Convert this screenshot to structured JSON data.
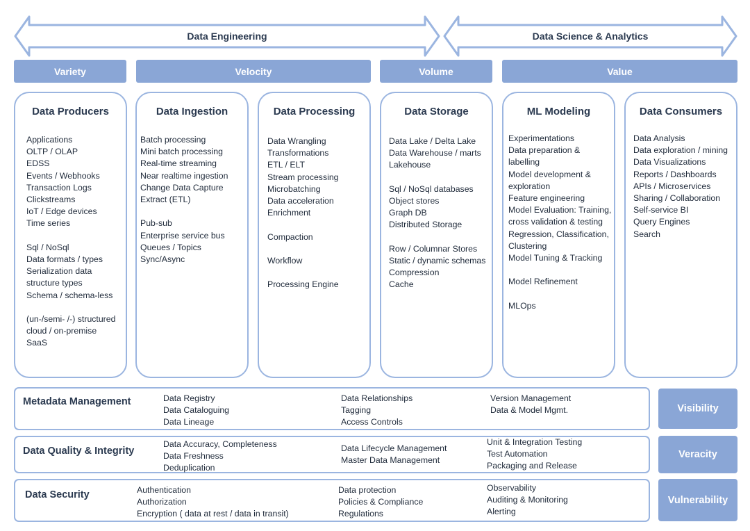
{
  "colors": {
    "accent": "#8aa6d6",
    "border": "#9bb5e0",
    "text": "#1f2a3a"
  },
  "banners": {
    "left": "Data Engineering",
    "right": "Data Science & Analytics"
  },
  "vbars": [
    "Variety",
    "Velocity",
    "Volume",
    "Value"
  ],
  "columns": [
    {
      "title": "Data Producers",
      "items": [
        "Applications",
        "OLTP / OLAP",
        "EDSS",
        "Events / Webhooks",
        "Transaction Logs",
        "Clickstreams",
        "IoT / Edge devices",
        "Time series",
        "",
        "Sql / NoSql",
        "Data formats / types",
        "Serialization data",
        "structure types",
        "Schema / schema-less",
        "",
        "(un-/semi- /-) structured",
        "cloud / on-premise",
        "SaaS"
      ]
    },
    {
      "title": "Data Ingestion",
      "items": [
        "Batch processing",
        "Mini batch processing",
        "Real-time streaming",
        "Near realtime ingestion",
        "Change Data Capture",
        "Extract (ETL)",
        "",
        "Pub-sub",
        "Enterprise service bus",
        "Queues / Topics",
        "Sync/Async"
      ]
    },
    {
      "title": "Data Processing",
      "items": [
        "Data Wrangling",
        "Transformations",
        "ETL / ELT",
        "Stream processing",
        "Microbatching",
        "Data acceleration",
        "Enrichment",
        "",
        "Compaction",
        "",
        "Workflow",
        "",
        "Processing Engine"
      ]
    },
    {
      "title": "Data Storage",
      "items": [
        "Data Lake / Delta Lake",
        "Data Warehouse / marts",
        "Lakehouse",
        "",
        "Sql / NoSql databases",
        "Object stores",
        "Graph DB",
        "Distributed Storage",
        "",
        "Row / Columnar Stores",
        "Static / dynamic schemas",
        "Compression",
        "Cache"
      ]
    },
    {
      "title": "ML Modeling",
      "items": [
        "Experimentations",
        "Data preparation &",
        "labelling",
        "Model development &",
        "exploration",
        "Feature engineering",
        "Model Evaluation: Training,",
        "cross validation & testing",
        "Regression, Classification,",
        "Clustering",
        "Model Tuning & Tracking",
        "",
        "Model Refinement",
        "",
        "MLOps"
      ]
    },
    {
      "title": "Data Consumers",
      "items": [
        "Data Analysis",
        "Data exploration / mining",
        "Data Visualizations",
        "Reports / Dashboards",
        "APIs / Microservices",
        "Sharing / Collaboration",
        "Self-service BI",
        "Query Engines",
        "Search"
      ]
    }
  ],
  "rows": [
    {
      "title": "Metadata Management",
      "groups": [
        [
          "Data Registry",
          "Data Cataloguing",
          "Data Lineage"
        ],
        [
          "Data Relationships",
          "Tagging",
          "Access Controls"
        ],
        [
          "Version Management",
          "Data & Model Mgmt."
        ]
      ],
      "pill": "Visibility"
    },
    {
      "title": "Data Quality & Integrity",
      "groups": [
        [
          "Data Accuracy, Completeness",
          "Data Freshness",
          "Deduplication"
        ],
        [
          "Data Lifecycle Management",
          "Master Data Management"
        ],
        [
          "Unit & Integration Testing",
          "Test Automation",
          "Packaging and Release"
        ]
      ],
      "pill": "Veracity"
    },
    {
      "title": "Data Security",
      "groups": [
        [
          "Authentication",
          "Authorization",
          "Encryption ( data at rest / data in transit)"
        ],
        [
          "Data protection",
          "Policies & Compliance",
          "Regulations"
        ],
        [
          "Observability",
          "Auditing & Monitoring",
          "Alerting"
        ]
      ],
      "pill": "Vulnerability"
    }
  ]
}
